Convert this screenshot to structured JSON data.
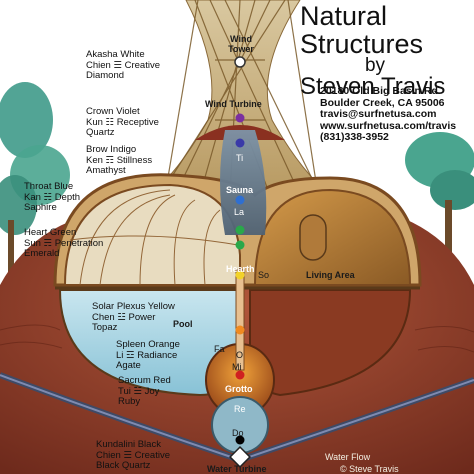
{
  "title": {
    "line1": "Natural",
    "line2": "Structures",
    "line3": "by",
    "line4": "Steven Travis"
  },
  "contact": {
    "address1": "20180 Old Big Basin Rd",
    "address2": "Boulder Creek, CA 95006",
    "email": "travis@surfnetusa.com",
    "website": "www.surfnetusa.com/travis",
    "phone": "(831)338-3952"
  },
  "chakras": [
    {
      "line1": "Akasha White",
      "line2": "Chien ☰ Creative",
      "line3": "Diamond",
      "color": "#ffffff"
    },
    {
      "line1": "Crown Violet",
      "line2": "Kun ☷ Receptive",
      "line3": "Quartz",
      "color": "#7b2fa0"
    },
    {
      "line1": "Brow Indigo",
      "line2": "Ken ☶ Stillness",
      "line3": "Amathyst",
      "color": "#3a3aa8"
    },
    {
      "line1": "Throat Blue",
      "line2": "Kan ☵ Depth",
      "line3": "Saphire",
      "color": "#2f6fd0"
    },
    {
      "line1": "Heart Green",
      "line2": "Sun ☴ Penetration",
      "line3": "Emerald",
      "color": "#2aa84a"
    },
    {
      "line1": "Solar Plexus Yellow",
      "line2": "Chen ☳ Power",
      "line3": "Topaz",
      "color": "#f2d22a"
    },
    {
      "line1": "Spleen Orange",
      "line2": "Li ☲ Radiance",
      "line3": "Agate",
      "color": "#f08a20"
    },
    {
      "line1": "Sacrum Red",
      "line2": "Tui ☱ Joy",
      "line3": "Ruby",
      "color": "#d02020"
    },
    {
      "line1": "Kundalini Black",
      "line2": "Chien ☰ Creative",
      "line3": "Black Quartz",
      "color": "#000000"
    }
  ],
  "areas": {
    "wind_tower": "Wind Tower",
    "wind_turbine": "Wind Turbine",
    "sauna": "Sauna",
    "hearth": "Hearth",
    "living_area": "Living Area",
    "pool": "Pool",
    "grotto": "Grotto",
    "water_turbine": "Water Turbine",
    "water_flow": "Water Flow",
    "copyright": "© Steve Travis"
  },
  "notes": {
    "ti": "Ti",
    "la": "La",
    "so": "So",
    "fa": "Fa",
    "mi": "Mi",
    "re": "Re",
    "do": "Do",
    "o": "O"
  }
}
